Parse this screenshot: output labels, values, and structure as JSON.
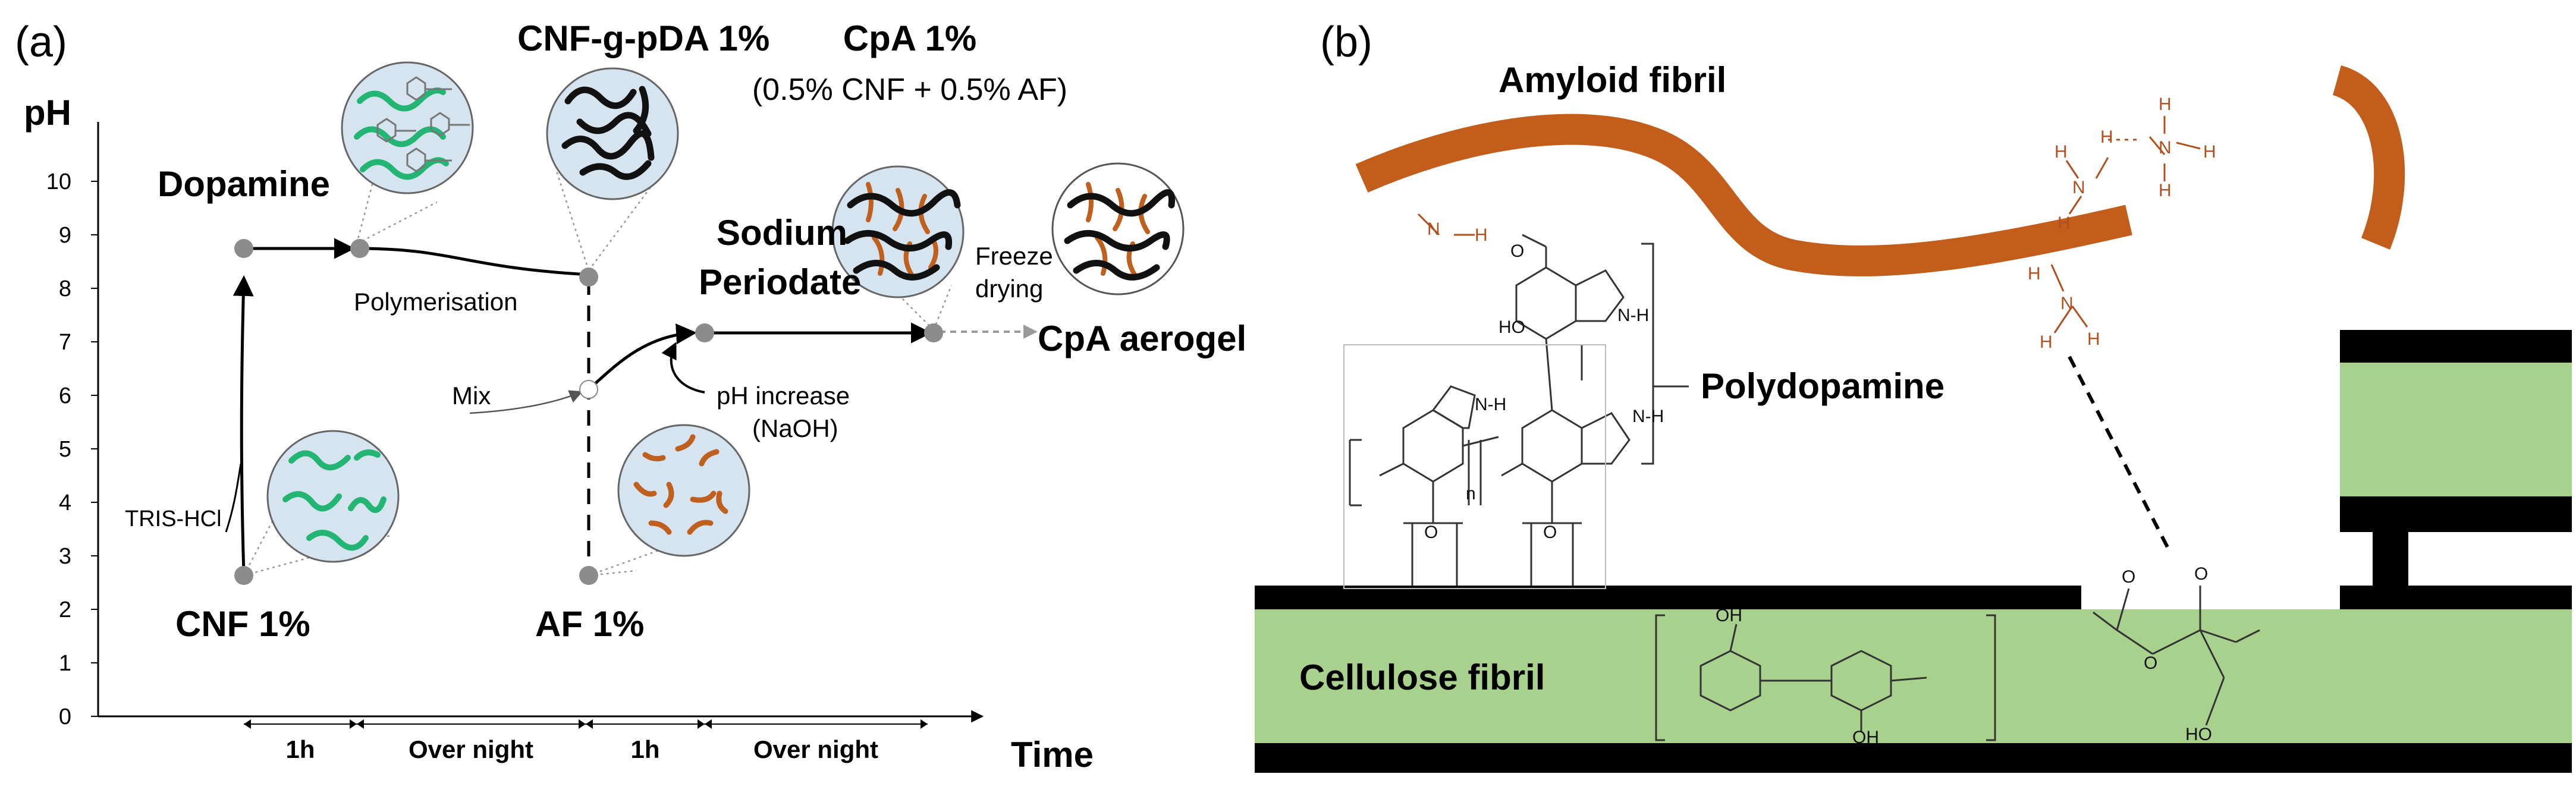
{
  "panel_a": {
    "label": "(a)",
    "y_axis_label": "pH",
    "y_ticks": [
      "0",
      "1",
      "2",
      "3",
      "4",
      "5",
      "6",
      "7",
      "8",
      "9",
      "10"
    ],
    "x_axis_label": "Time",
    "time_intervals": [
      "1h",
      "Over night",
      "1h",
      "Over night"
    ],
    "dopamine": "Dopamine",
    "polymerisation": "Polymerisation",
    "cnf_g_pda": "CNF-g-pDA 1%",
    "cpa_title": "CpA 1%",
    "cpa_subtitle": "(0.5% CNF + 0.5% AF)",
    "sodium_line1": "Sodium",
    "sodium_line2": "Periodate",
    "freeze_line1": "Freeze",
    "freeze_line2": "drying",
    "cpa_aerogel": "CpA aerogel",
    "mix": "Mix",
    "ph_increase_line1": "pH increase",
    "ph_increase_line2": "(NaOH)",
    "tris": "TRIS-HCl",
    "cnf": "CNF 1%",
    "af": "AF 1%"
  },
  "panel_b": {
    "label": "(b)",
    "amyloid_fibril": "Amyloid fibril",
    "polydopamine": "Polydopamine",
    "cellulose_fibril": "Cellulose fibril",
    "chem_labels": {
      "h": "H",
      "n": "N",
      "o": "O",
      "ho": "HO",
      "oh": "OH",
      "nh": "N-H",
      "sub_n": "n"
    }
  },
  "colors": {
    "green_fibril": "#22b573",
    "orange_fibril": "#c0601e",
    "amyloid": "#c25d1b",
    "cellulose_green": "#a9d18e",
    "circle_fill": "#d6e4f0",
    "dot_gray": "#8c8c8c"
  }
}
